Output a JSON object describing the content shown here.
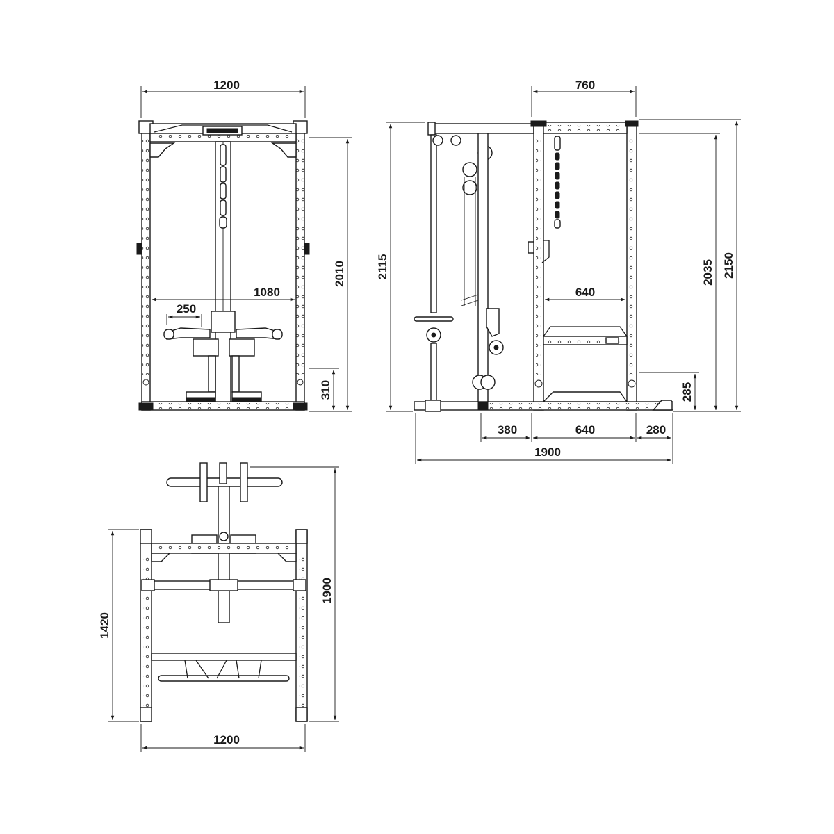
{
  "front_view": {
    "width": "1200",
    "height": "2010",
    "inner_width": "1080",
    "handle_width": "250",
    "foot_height": "310"
  },
  "side_view": {
    "top_depth": "760",
    "height_left": "2115",
    "height_inner": "2035",
    "height_total": "2150",
    "inner_depth": "640",
    "foot_height": "285",
    "base_front": "380",
    "base_middle": "640",
    "base_rear": "280",
    "base_total": "1900"
  },
  "top_view": {
    "depth_frame": "1420",
    "depth_total": "1900",
    "width": "1200"
  },
  "colors": {
    "line": "#1a1a1a",
    "background": "#ffffff"
  }
}
